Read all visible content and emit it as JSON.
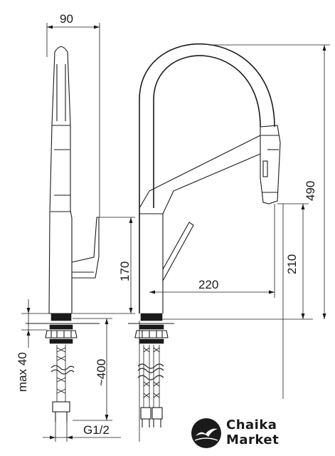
{
  "dimensions": {
    "width_top": "90",
    "height_total": "490",
    "reach": "220",
    "height_spout": "210",
    "height_handle": "170",
    "deck_thickness": "max 40",
    "hose_length": "~400",
    "thread": "G1/2"
  },
  "brand": {
    "line1": "Chaika",
    "line2": "Market"
  },
  "colors": {
    "ink": "#1a1a1a",
    "background": "#ffffff"
  }
}
